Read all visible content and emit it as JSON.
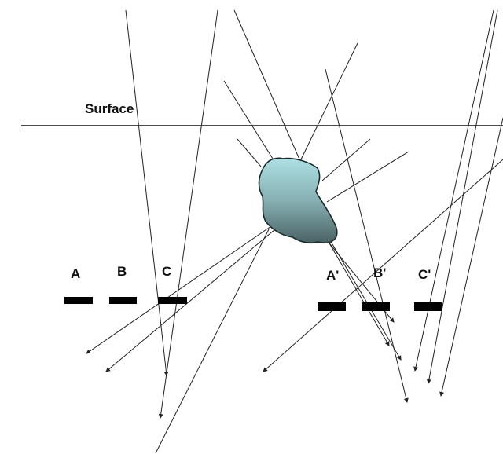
{
  "surface_label": "Surface",
  "receivers_left": [
    "A",
    "B",
    "C"
  ],
  "receivers_right": [
    "A'",
    "B'",
    "C'"
  ],
  "colors": {
    "blob_top": "#aee0e4",
    "blob_bottom": "#4a6264",
    "line": "#222222",
    "bar": "#000000"
  }
}
